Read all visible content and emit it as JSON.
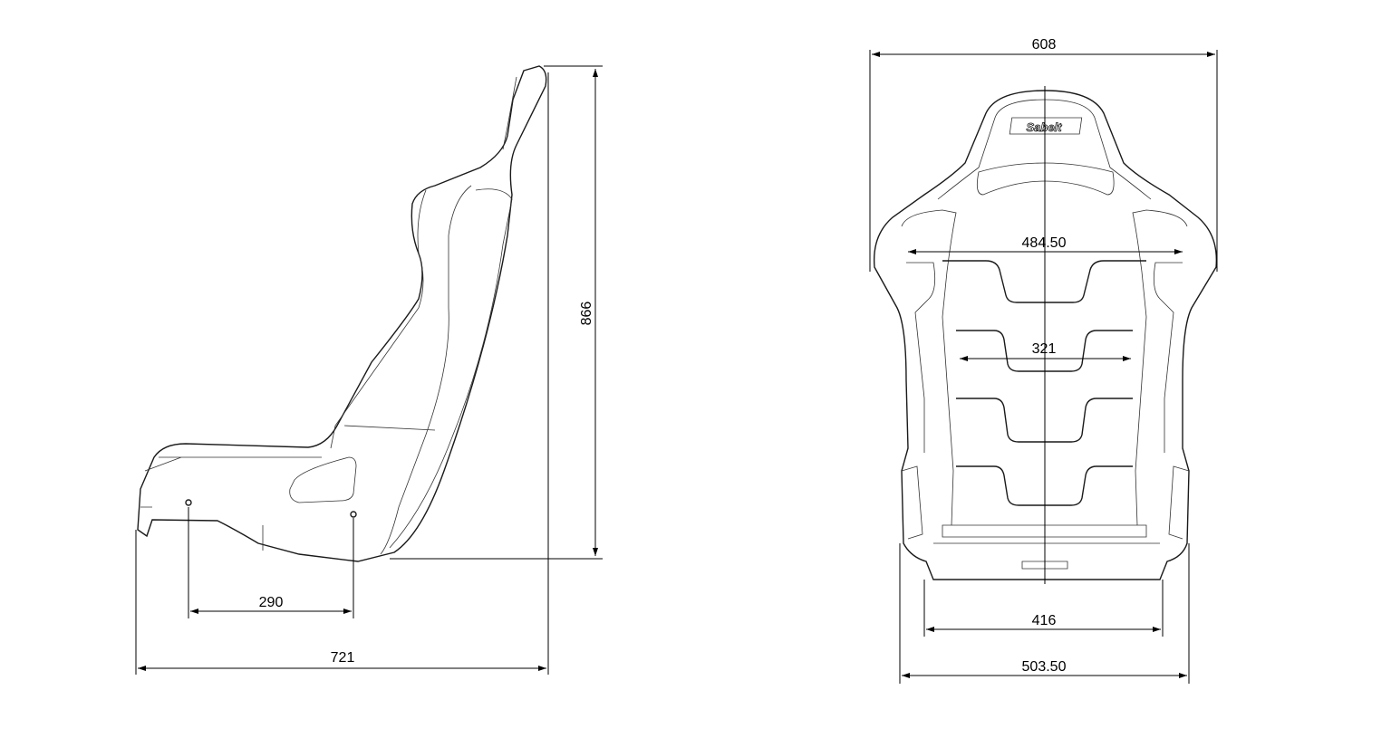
{
  "side_view": {
    "dimensions": {
      "height": "866",
      "mount_spacing": "290",
      "depth": "721"
    }
  },
  "front_view": {
    "logo_text": "Sabelt",
    "dimensions": {
      "overall_width": "608",
      "shoulder_width": "484.50",
      "hip_width": "321",
      "base_width": "416",
      "bottom_width": "503.50"
    }
  },
  "colors": {
    "line": "#1a1a1a",
    "background": "#ffffff"
  }
}
